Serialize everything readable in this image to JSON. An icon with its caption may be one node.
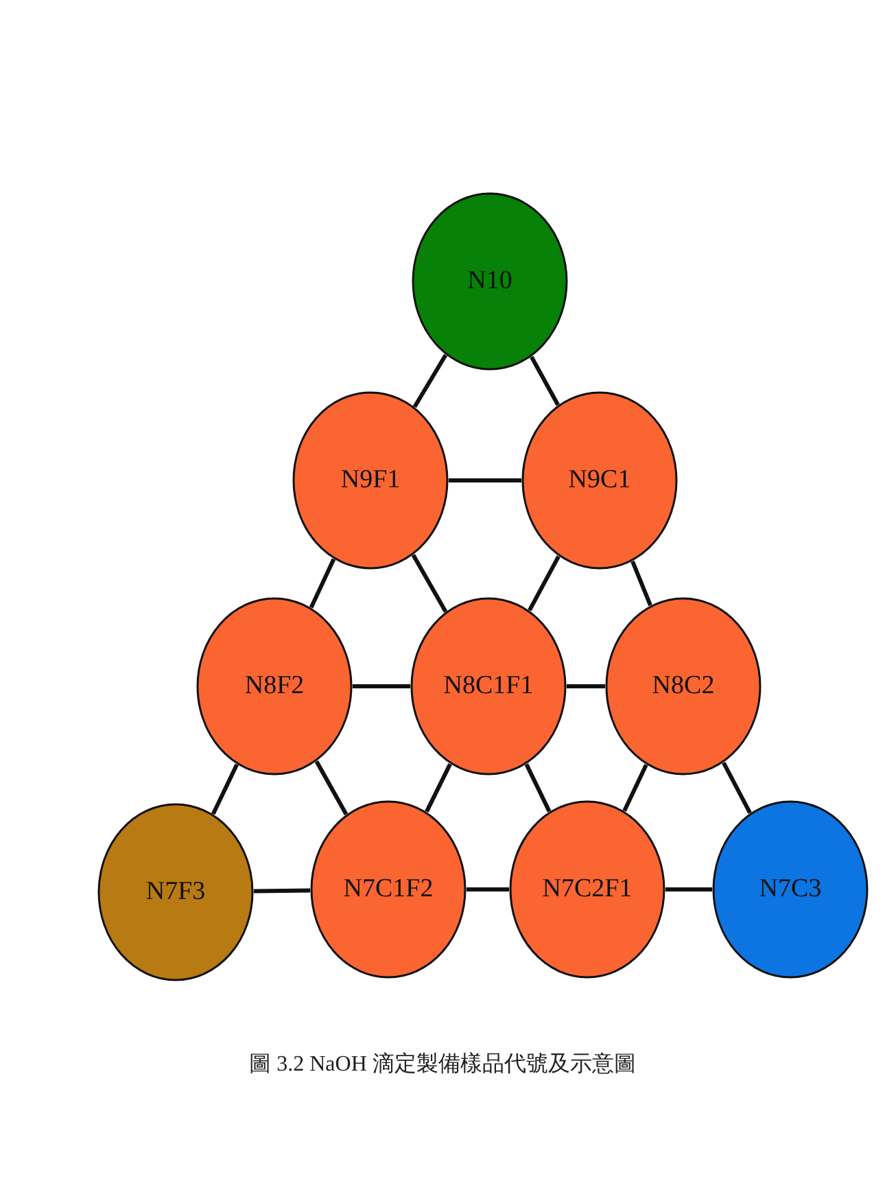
{
  "diagram": {
    "caption": "圖 3.2 NaOH 滴定製備樣品代號及示意圖",
    "nodes": [
      {
        "text": [
          "N10"
        ]
      },
      {
        "text": [
          "N9F1"
        ]
      },
      {
        "text": [
          "N9C1"
        ]
      },
      {
        "text": [
          "N8F2"
        ]
      },
      {
        "text": [
          "N8C1F1"
        ]
      },
      {
        "text": [
          "N8C2"
        ]
      },
      {
        "text": [
          "N7F3"
        ]
      },
      {
        "text": [
          "N7C1F2"
        ]
      },
      {
        "text": [
          "N7C2F1"
        ]
      },
      {
        "text": [
          "N7C3"
        ]
      }
    ],
    "edges": [
      {
        "from": 0,
        "to": 1,
        "arrow": "none"
      },
      {
        "from": 0,
        "to": 2,
        "arrow": "none"
      },
      {
        "from": 1,
        "to": 2,
        "arrow": "none"
      },
      {
        "from": 1,
        "to": 3,
        "arrow": "none"
      },
      {
        "from": 1,
        "to": 4,
        "arrow": "none"
      },
      {
        "from": 2,
        "to": 4,
        "arrow": "none"
      },
      {
        "from": 2,
        "to": 5,
        "arrow": "none"
      },
      {
        "from": 3,
        "to": 4,
        "arrow": "none"
      },
      {
        "from": 4,
        "to": 5,
        "arrow": "none"
      },
      {
        "from": 3,
        "to": 6,
        "arrow": "none"
      },
      {
        "from": 3,
        "to": 7,
        "arrow": "none"
      },
      {
        "from": 4,
        "to": 7,
        "arrow": "none"
      },
      {
        "from": 4,
        "to": 8,
        "arrow": "none"
      },
      {
        "from": 5,
        "to": 8,
        "arrow": "none"
      },
      {
        "from": 5,
        "to": 9,
        "arrow": "none"
      },
      {
        "from": 6,
        "to": 7,
        "arrow": "none"
      },
      {
        "from": 7,
        "to": 8,
        "arrow": "none"
      },
      {
        "from": 8,
        "to": 9,
        "arrow": "none"
      }
    ]
  }
}
